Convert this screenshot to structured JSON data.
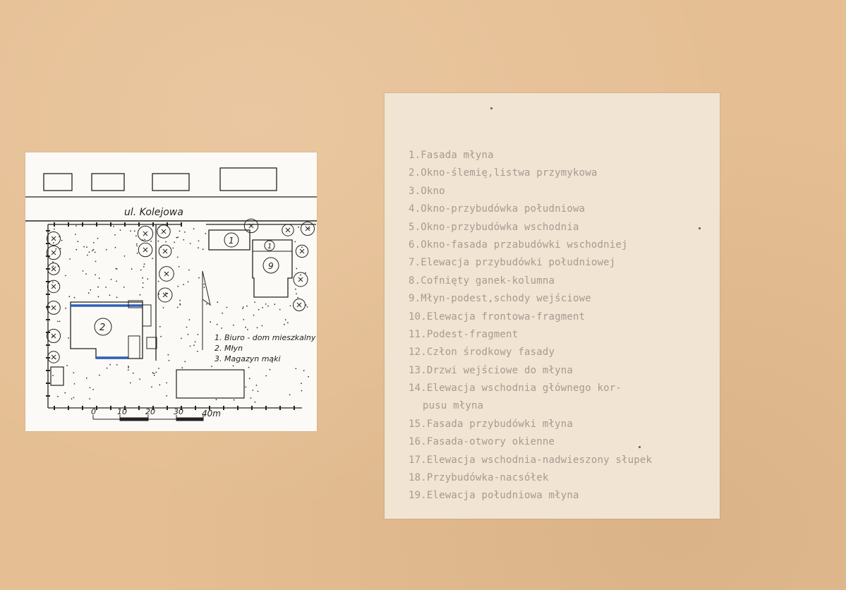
{
  "plan": {
    "street_label": "ul. Kolejowa",
    "building_numbers": [
      "1",
      "1",
      "9",
      "2"
    ],
    "legend": [
      "1. Biuro - dom mieszkalny",
      "2. Młyn",
      "3. Magazyn mąki"
    ],
    "scale_labels": [
      "0",
      "10",
      "20",
      "30",
      "40m"
    ]
  },
  "captions": [
    "1.Fasada młyna",
    "2.Okno-ślemię,listwa przymykowa",
    "3.Okno",
    "4.Okno-przybudówka południowa",
    "5.Okno-przybudówka wschodnia",
    "6.Okno-fasada przabudówki wschodniej",
    "7.Elewacja przybudówki południowej",
    "8.Cofnięty ganek-kolumna",
    "9.Młyn-podest,schody wejściowe",
    "10.Elewacja frontowa-fragment",
    "11.Podest-fragment",
    "12.Człon środkowy fasady",
    "13.Drzwi wejściowe do młyna",
    "14.Elewacja wschodnia głównego kor-",
    "pusu młyna",
    "15.Fasada przybudówki młyna",
    "16.Fasada-otwory okienne",
    "17.Elewacja wschodnia-nadwieszony słupek",
    "18.Przybudówka-nacsółek",
    "19.Elewacja południowa młyna"
  ]
}
